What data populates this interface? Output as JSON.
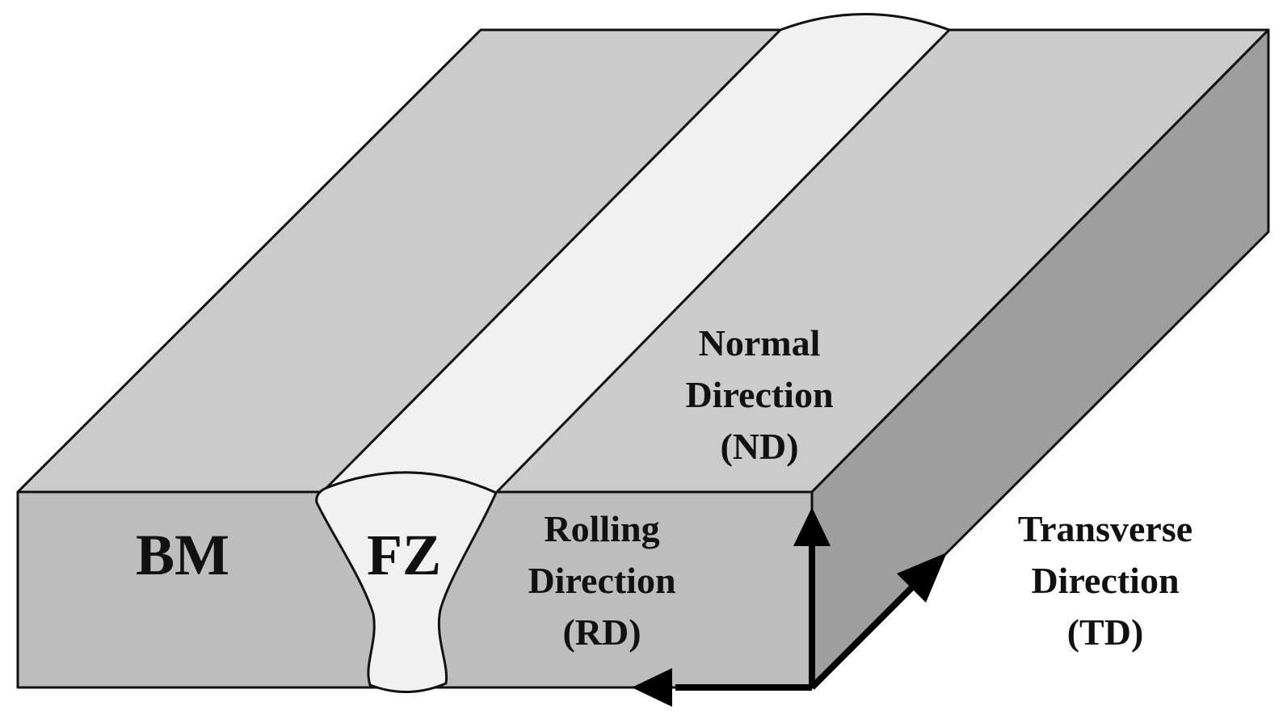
{
  "labels": {
    "base_metal": "BM",
    "fusion_zone": "FZ",
    "normal": [
      "Normal",
      "Direction",
      "(ND)"
    ],
    "rolling": [
      "Rolling",
      "Direction",
      "(RD)"
    ],
    "transverse": [
      "Transverse",
      "Direction",
      "(TD)"
    ]
  },
  "colors": {
    "top_face": "#cbcbcb",
    "front_face": "#bdbdbd",
    "side_face": "#9e9e9e",
    "weld": "#f1f1f1",
    "outline": "#111111",
    "arrow": "#000000"
  }
}
